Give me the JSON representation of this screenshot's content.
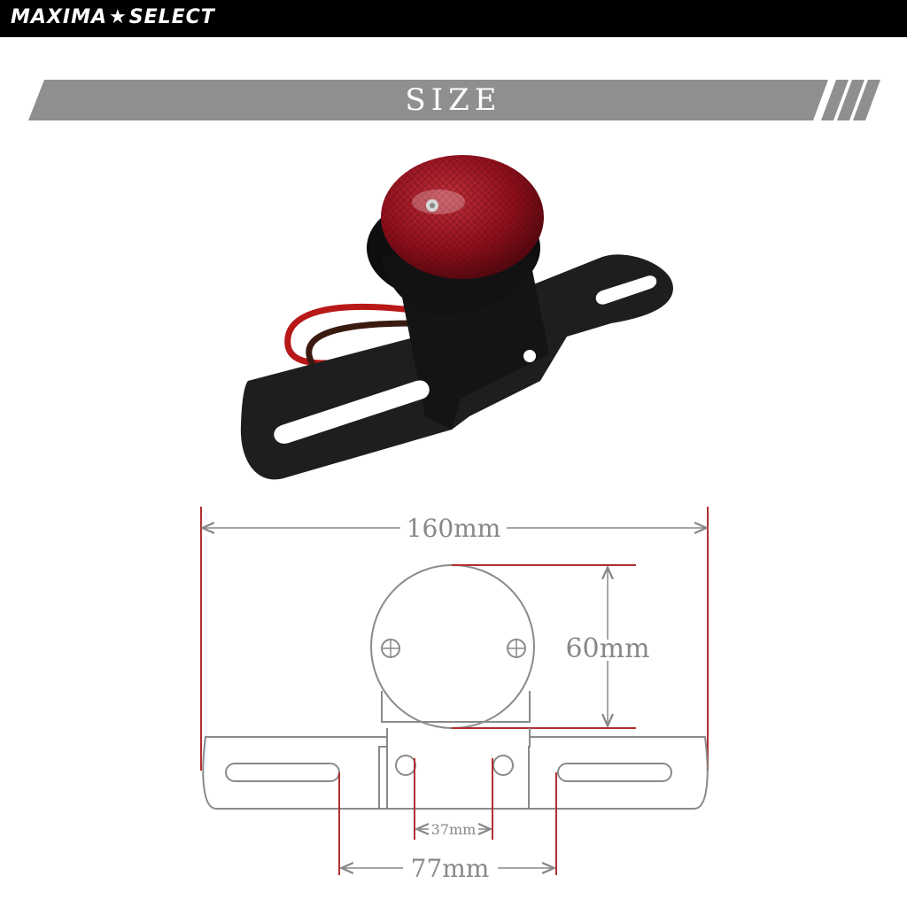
{
  "header": {
    "brand_left": "MAXIMA",
    "brand_star": "★",
    "brand_right": "SELECT"
  },
  "banner": {
    "title": "SIZE"
  },
  "dimensions": {
    "overall_width": "160mm",
    "lamp_diameter": "60mm",
    "hole_spacing": "37mm",
    "slot_spacing": "77mm"
  },
  "colors": {
    "banner_gray": "#8f8f8f",
    "dimension_red": "#b03030",
    "outline_gray": "#8a8a8a",
    "lens_red": "#8e0f1c"
  }
}
